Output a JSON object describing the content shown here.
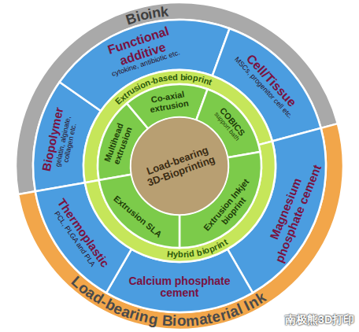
{
  "diagram": {
    "nodes": [
      {
        "text": [
          "Bioink"
        ]
      },
      {
        "text": [
          "Load-bearing Biomaterial Ink"
        ]
      },
      {
        "text": [
          "Biopolymer",
          "gelatin, alginate, collagen etc."
        ]
      },
      {
        "text": [
          "Functional additive",
          "cytokine, antibiotic etc."
        ]
      },
      {
        "text": [
          "Cell/Tissue",
          "MSCs, progenitor cell etc."
        ]
      },
      {
        "text": [
          "Magnesium phosphate cement"
        ]
      },
      {
        "text": [
          "Calcium phosphate cement"
        ]
      },
      {
        "text": [
          "Thermoplastic",
          "PCL, PLGA and PLA"
        ]
      },
      {
        "text": [
          "Extrusion-based bioprint"
        ]
      },
      {
        "text": [
          "Hybrid bioprint"
        ]
      },
      {
        "text": [
          "Multihead extrusion"
        ]
      },
      {
        "text": [
          "Co-axial extrusion"
        ]
      },
      {
        "text": [
          "COBICS",
          "support bath"
        ]
      },
      {
        "text": [
          "Extrusion Inkjet bioprint"
        ]
      },
      {
        "text": [
          "Extrusion SLA"
        ]
      },
      {
        "text": [
          "Load-bearing 3D-Bioprinting"
        ]
      }
    ],
    "labels": [
      "南极熊3D打印"
    ]
  }
}
